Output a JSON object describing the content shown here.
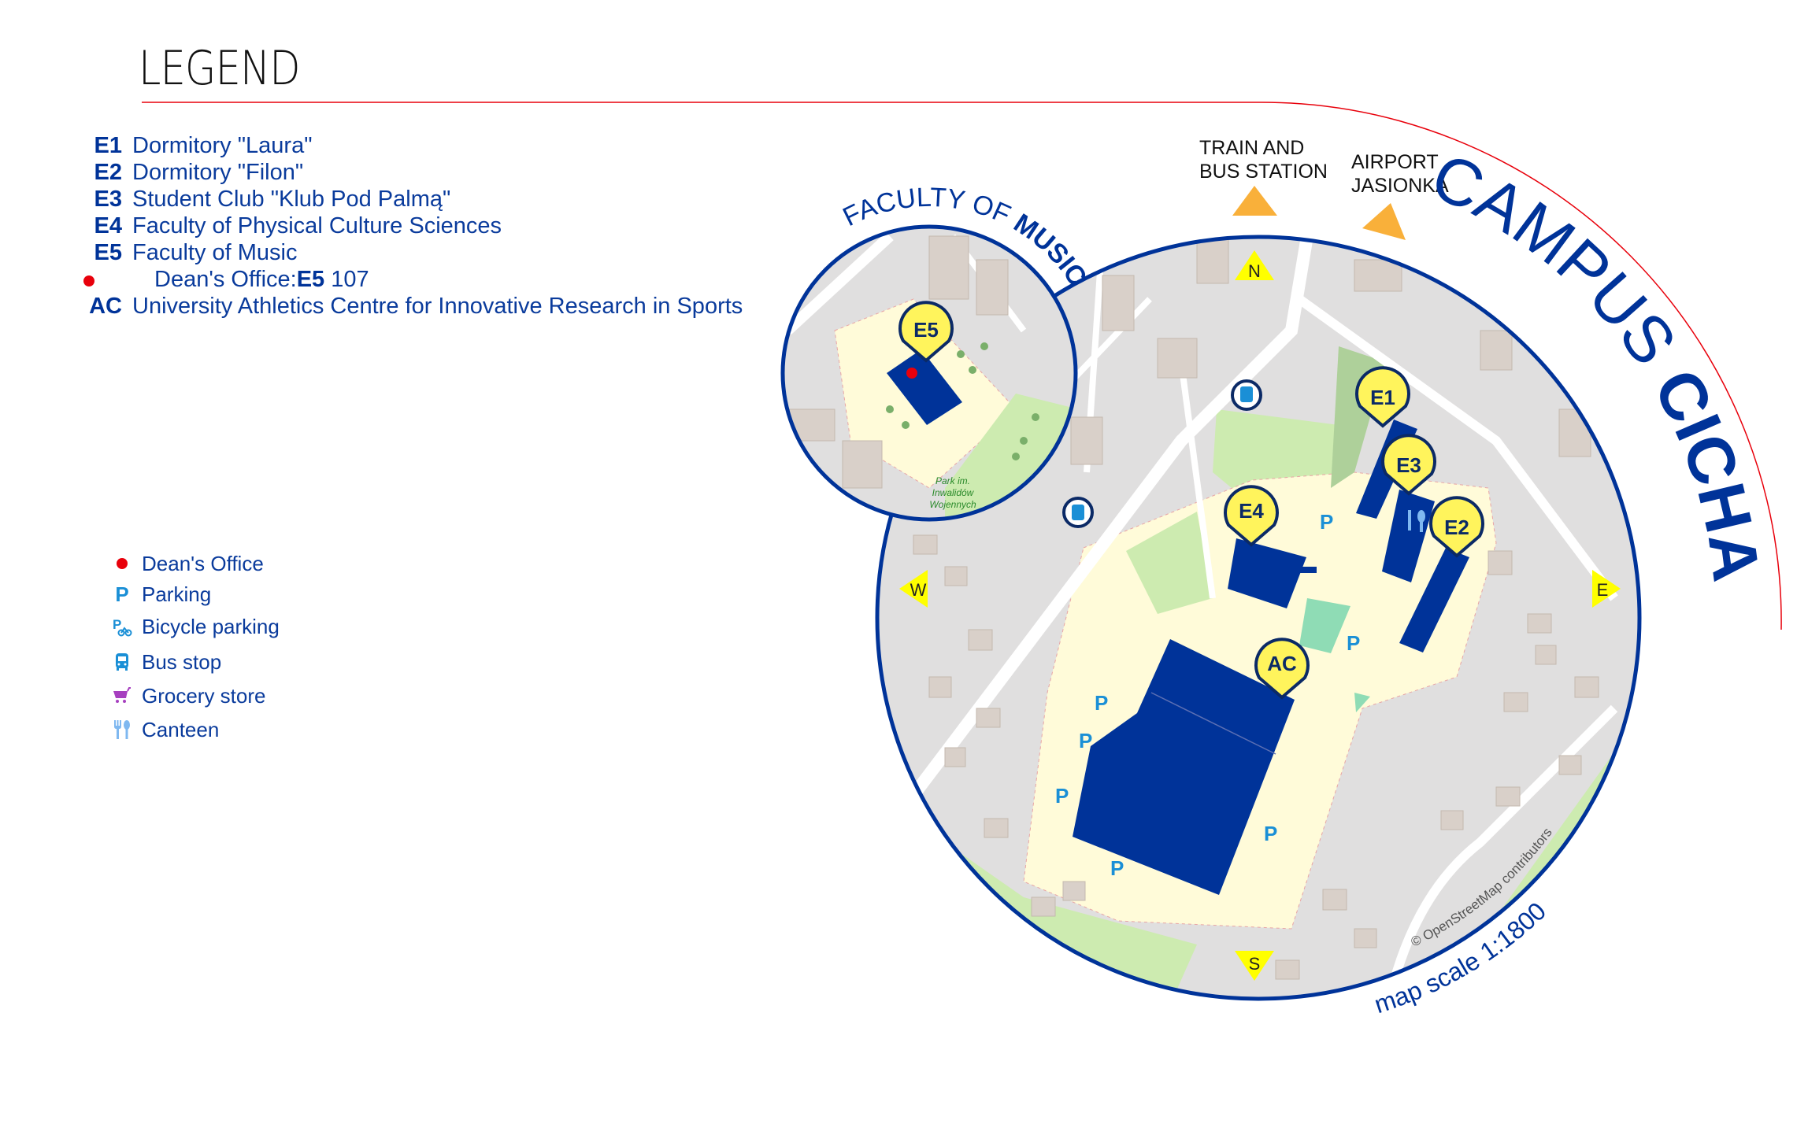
{
  "legend": {
    "title": "LEGEND",
    "buildings": [
      {
        "code": "E1",
        "label": "Dormitory \"Laura\""
      },
      {
        "code": "E2",
        "label": "Dormitory \"Filon\""
      },
      {
        "code": "E3",
        "label": "Student Club \"Klub Pod Palmą\""
      },
      {
        "code": "E4",
        "label": "Faculty of Physical Culture Sciences"
      },
      {
        "code": "E5",
        "label": "Faculty of Music"
      },
      {
        "code": "AC",
        "label": "University Athletics Centre for Innovative Research in Sports"
      }
    ],
    "dean_office": {
      "prefix": "Dean's Office: ",
      "building": "E5",
      "room": " 107"
    },
    "symbols": [
      {
        "icon": "dean-office-dot",
        "label": "Dean's Office"
      },
      {
        "icon": "parking-icon",
        "label": "Parking",
        "glyph": "P"
      },
      {
        "icon": "bicycle-parking-icon",
        "label": "Bicycle parking",
        "glyph": "P"
      },
      {
        "icon": "bus-stop-icon",
        "label": "Bus stop"
      },
      {
        "icon": "grocery-cart-icon",
        "label": "Grocery store"
      },
      {
        "icon": "canteen-icon",
        "label": "Canteen"
      }
    ]
  },
  "map": {
    "campus_word": "CAMPUS ",
    "campus_name": "CICHA",
    "inset_prefix": "FACULTY OF ",
    "inset_name": "MUSIC",
    "scale": "map scale 1:1800",
    "attribution": "© OpenStreetMap contributors",
    "directions": {
      "train_1": "TRAIN AND",
      "train_2": "BUS STATION",
      "airport_1": "AIRPORT",
      "airport_2": "JASIONKA"
    },
    "compass": {
      "n": "N",
      "e": "E",
      "s": "S",
      "w": "W"
    },
    "markers": {
      "e1": "E1",
      "e2": "E2",
      "e3": "E3",
      "e4": "E4",
      "e5": "E5",
      "ac": "AC"
    },
    "parking_glyph": "P",
    "park_label_1": "Park im.",
    "park_label_2": "Inwalidów",
    "park_label_3": "Wojennych",
    "colors": {
      "navy": "#003399",
      "marker": "#fff45c",
      "accent_line": "#e8000b",
      "arrow": "#f9b03a",
      "parking": "#1a8fd6",
      "grocery": "#a63fbf",
      "canteen": "#7fb8f0"
    }
  }
}
